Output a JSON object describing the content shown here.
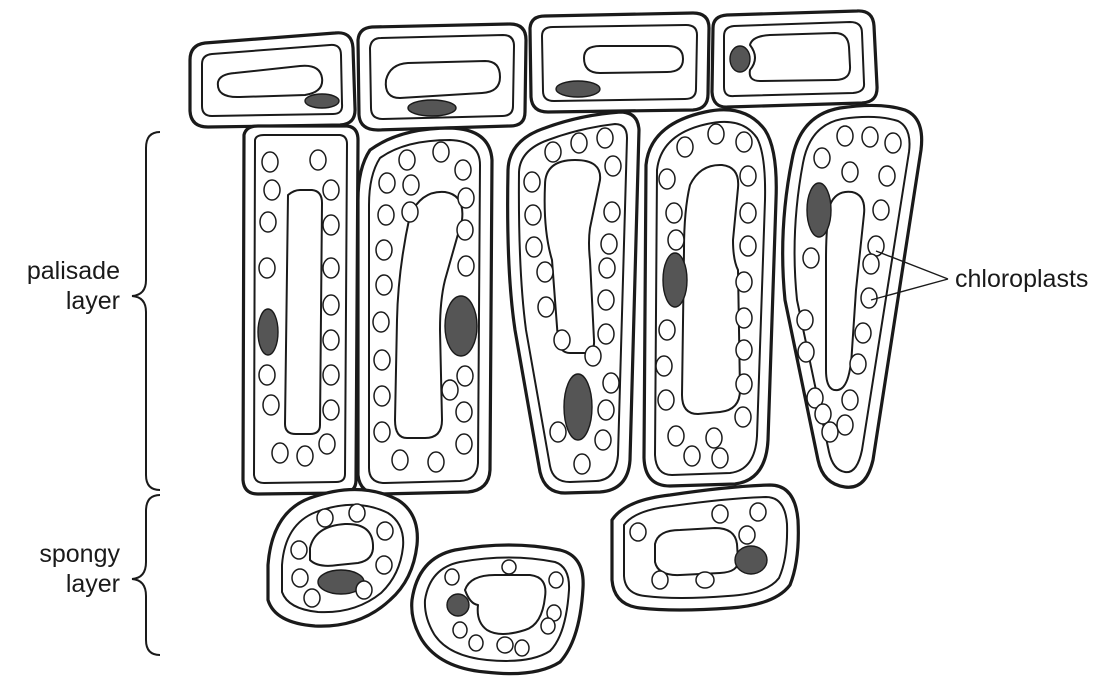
{
  "labels": {
    "palisade_line1": "palisade",
    "palisade_line2": "layer",
    "spongy_line1": "spongy",
    "spongy_line2": "layer",
    "chloroplasts": "chloroplasts"
  },
  "colors": {
    "outline": "#1a1a1a",
    "nucleus": "#555555",
    "background": "#ffffff"
  }
}
